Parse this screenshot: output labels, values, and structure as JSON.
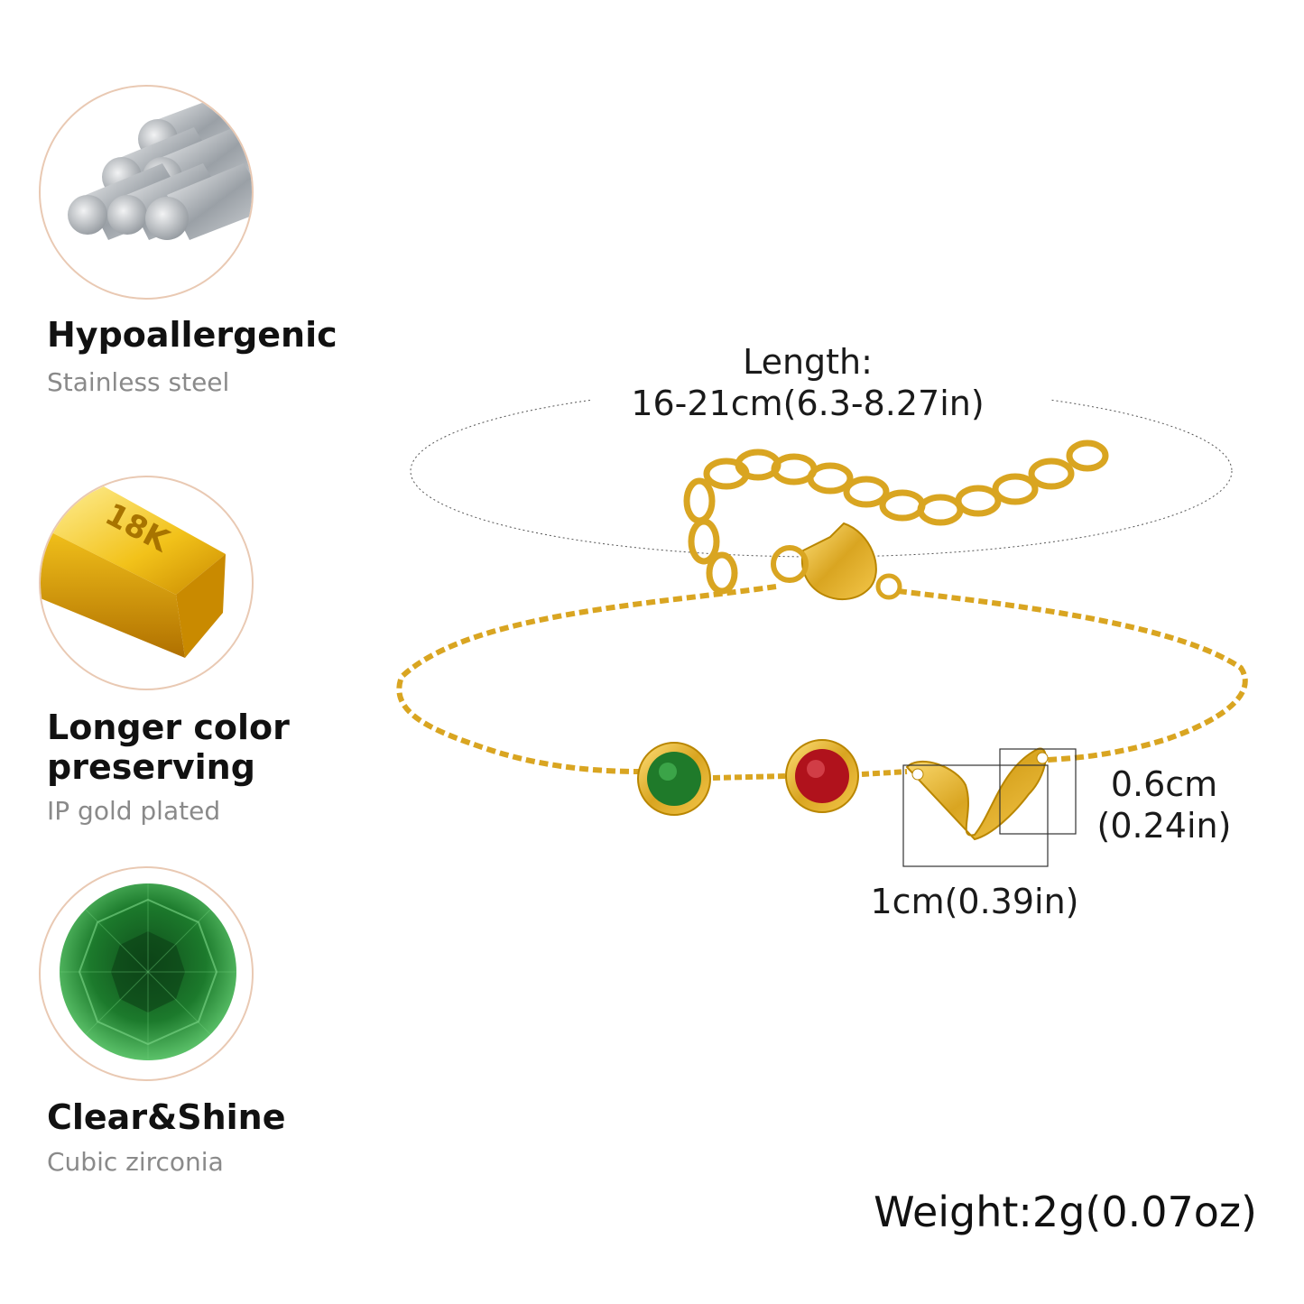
{
  "features": [
    {
      "icon": "steel-rods-icon",
      "title": "Hypoallergenic",
      "subtitle": "Stainless steel"
    },
    {
      "icon": "gold-bar-icon",
      "title": "Longer color preserving",
      "subtitle": "IP gold plated",
      "bar_label": "18K"
    },
    {
      "icon": "gemstone-icon",
      "title": "Clear&Shine",
      "subtitle": "Cubic zirconia"
    }
  ],
  "product": {
    "length_label": "Length:",
    "length_value": "16-21cm(6.3-8.27in)",
    "charm_height": "0.6cm",
    "charm_height_in": "(0.24in)",
    "charm_width": "1cm(0.39in)",
    "weight": "Weight:2g(0.07oz)"
  },
  "colors": {
    "gold": "#d9a521",
    "emerald": "#1f7a2a",
    "ruby": "#b0121c",
    "steel": "#b8bcc2"
  }
}
